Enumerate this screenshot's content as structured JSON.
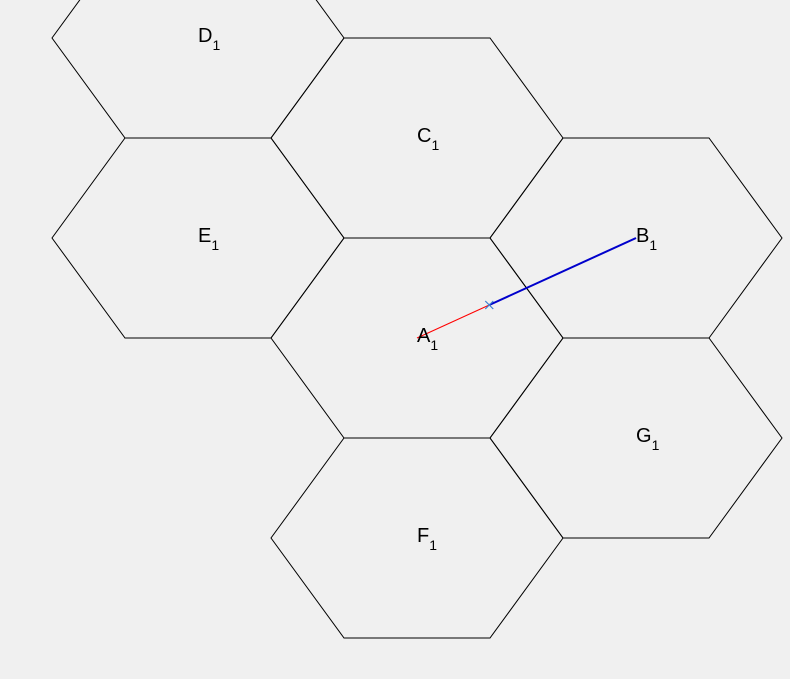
{
  "diagram": {
    "background": "#f0f0f0",
    "cell_stroke": "#000000",
    "cells": [
      {
        "id": "A",
        "letter": "A",
        "subscript": "1",
        "q": 0,
        "r": 0
      },
      {
        "id": "B",
        "letter": "B",
        "subscript": "1",
        "q": 1,
        "r": -1
      },
      {
        "id": "C",
        "letter": "C",
        "subscript": "1",
        "q": 0,
        "r": -1
      },
      {
        "id": "D",
        "letter": "D",
        "subscript": "1",
        "q": -1,
        "r": -1
      },
      {
        "id": "E",
        "letter": "E",
        "subscript": "1",
        "q": -1,
        "r": 0
      },
      {
        "id": "F",
        "letter": "F",
        "subscript": "1",
        "q": 0,
        "r": 1
      },
      {
        "id": "G",
        "letter": "G",
        "subscript": "1",
        "q": 1,
        "r": 0
      }
    ],
    "segments": [
      {
        "name": "segment-a-to-crossing",
        "from": "A",
        "to_fraction": 0.33,
        "color": "#ff0000",
        "width": 1
      },
      {
        "name": "segment-crossing-to-b",
        "from_fraction": 0.33,
        "to": "B",
        "color": "#0000cc",
        "width": 2
      }
    ],
    "crossing_marker": {
      "fraction": 0.33,
      "color": "#3a7fd0"
    }
  }
}
